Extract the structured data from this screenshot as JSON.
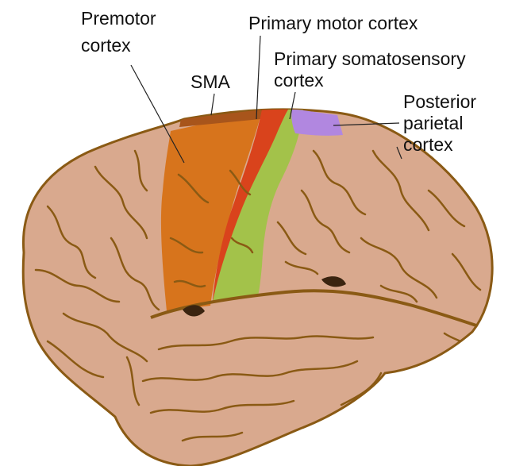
{
  "labels": {
    "premotor_line1": "Premotor",
    "premotor_line2": "cortex",
    "sma": "SMA",
    "primary_motor": "Primary motor cortex",
    "somatosensory_line1": "Primary somatosensory",
    "somatosensory_line2": "cortex",
    "posterior_line1": "Posterior",
    "posterior_line2": "parietal",
    "posterior_line3": "cortex"
  },
  "colors": {
    "brain": "#d9a98e",
    "sulcus": "#8a5a14",
    "premotor": "#d7741c",
    "sma": "#a8551b",
    "motor": "#d9431c",
    "somatosensory": "#a3c24a",
    "posterior_parietal": "#b187e0",
    "leader": "#222222"
  }
}
